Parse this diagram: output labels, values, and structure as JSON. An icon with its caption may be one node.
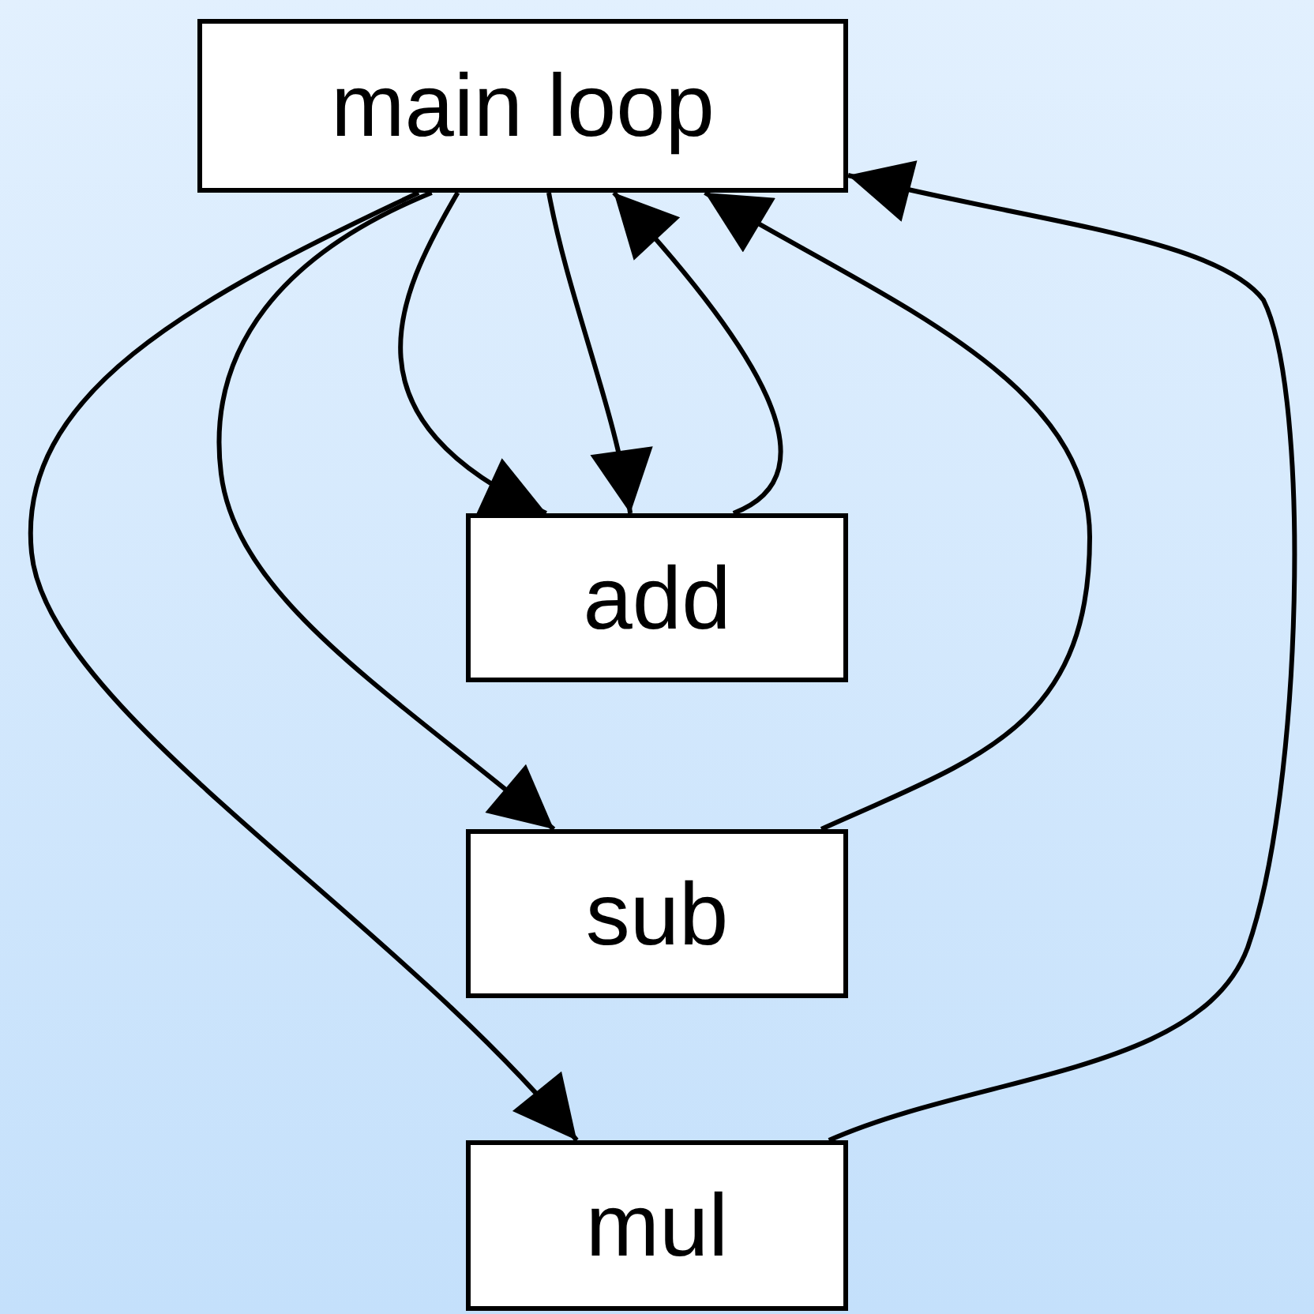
{
  "diagram": {
    "nodes": [
      {
        "text": [
          "main loop"
        ]
      },
      {
        "text": [
          "add"
        ]
      },
      {
        "text": [
          "sub"
        ]
      },
      {
        "text": [
          "mul"
        ]
      }
    ],
    "edges": [
      {
        "from": 0,
        "to": 1,
        "arrow": "to"
      },
      {
        "from": 0,
        "to": 1,
        "arrow": "to"
      },
      {
        "from": 1,
        "to": 0,
        "arrow": "to"
      },
      {
        "from": 2,
        "to": 0,
        "arrow": "to"
      },
      {
        "from": 3,
        "to": 0,
        "arrow": "to"
      },
      {
        "from": 0,
        "to": 2,
        "arrow": "to"
      },
      {
        "from": 0,
        "to": 3,
        "arrow": "to"
      }
    ]
  }
}
